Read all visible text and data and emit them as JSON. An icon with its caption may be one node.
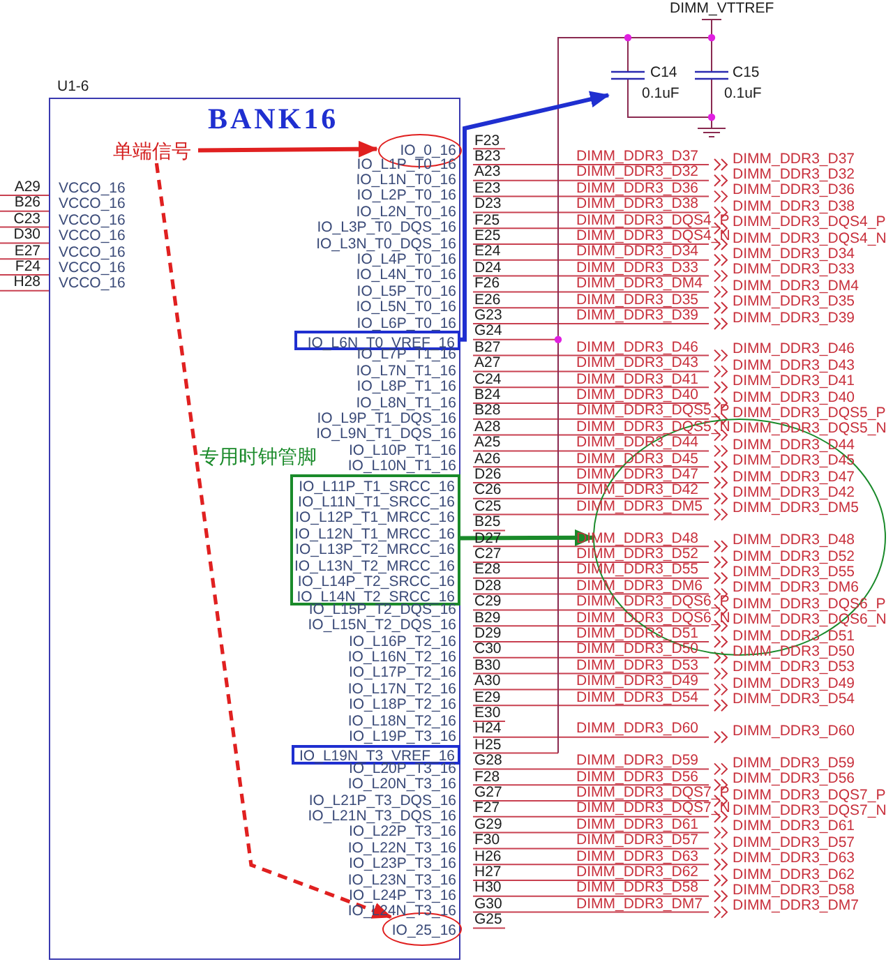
{
  "diagram": {
    "nodes": [
      {
        "text": [
          "U1-6",
          "BANK16"
        ]
      },
      {
        "text": [
          "单端信号"
        ],
        "in": 0
      },
      {
        "text": [
          "IO_0_16"
        ],
        "in": 0
      },
      {
        "text": [
          "IO_L6N_T0_VREF_16"
        ],
        "in": 0
      },
      {
        "text": [
          "C14",
          "0.1uF"
        ]
      },
      {
        "text": [
          "IO_L19N_T3_VREF_16"
        ],
        "in": 0
      },
      {
        "text": [
          "专用时钟管脚"
        ],
        "in": 0
      },
      {
        "text": [
          "IO_L11P_T1_SRCC_16",
          "IO_L11N_T1_SRCC_16",
          "IO_L12P_T1_MRCC_16",
          "IO_L12N_T1_MRCC_16",
          "IO_L13P_T2_MRCC_16",
          "IO_L13N_T2_MRCC_16",
          "IO_L14P_T2_SRCC_16",
          "IO_L14N_T2_SRCC_16"
        ],
        "in": 0
      },
      {
        "text": [],
        "shape": "circle"
      },
      {
        "text": [
          "IO_25_16"
        ],
        "in": 0
      }
    ],
    "edges": [
      {
        "from": 1,
        "to": 2,
        "arrow": "to",
        "color": "#e02020"
      },
      {
        "from": 1,
        "to": 9,
        "arrow": "to",
        "style": "dashed",
        "color": "#e02020"
      },
      {
        "from": 3,
        "to": 4,
        "arrow": "to",
        "color": "#1f2fd0"
      },
      {
        "from": 7,
        "to": 8,
        "arrow": "to",
        "color": "#1a8a2a"
      }
    ],
    "labels": [
      "DIMM_VTTREF",
      "C15",
      "0.1uF",
      "A29",
      "VCCO_16",
      "B26",
      "VCCO_16",
      "C23",
      "VCCO_16",
      "D30",
      "VCCO_16",
      "E27",
      "VCCO_16",
      "F24",
      "VCCO_16",
      "H28",
      "VCCO_16",
      "F23",
      "IO_L1P_T0_16",
      "B23",
      "DIMM_DDR3_D37",
      "DIMM_DDR3_D37",
      "IO_L1N_T0_16",
      "A23",
      "DIMM_DDR3_D32",
      "DIMM_DDR3_D32",
      "IO_L2P_T0_16",
      "E23",
      "DIMM_DDR3_D36",
      "DIMM_DDR3_D36",
      "IO_L2N_T0_16",
      "D23",
      "DIMM_DDR3_D38",
      "DIMM_DDR3_D38",
      "IO_L3P_T0_DQS_16",
      "F25",
      "DIMM_DDR3_DQS4_P",
      "DIMM_DDR3_DQS4_P",
      "IO_L3N_T0_DQS_16",
      "E25",
      "DIMM_DDR3_DQS4_N",
      "DIMM_DDR3_DQS4_N",
      "IO_L4P_T0_16",
      "E24",
      "DIMM_DDR3_D34",
      "DIMM_DDR3_D34",
      "IO_L4N_T0_16",
      "D24",
      "DIMM_DDR3_D33",
      "DIMM_DDR3_D33",
      "IO_L5P_T0_16",
      "F26",
      "DIMM_DDR3_DM4",
      "DIMM_DDR3_DM4",
      "IO_L5N_T0_16",
      "E26",
      "DIMM_DDR3_D35",
      "DIMM_DDR3_D35",
      "IO_L6P_T0_16",
      "G23",
      "DIMM_DDR3_D39",
      "DIMM_DDR3_D39",
      "G24",
      "IO_L7P_T1_16",
      "B27",
      "DIMM_DDR3_D46",
      "DIMM_DDR3_D46",
      "IO_L7N_T1_16",
      "A27",
      "DIMM_DDR3_D43",
      "DIMM_DDR3_D43",
      "IO_L8P_T1_16",
      "C24",
      "DIMM_DDR3_D41",
      "DIMM_DDR3_D41",
      "IO_L8N_T1_16",
      "B24",
      "DIMM_DDR3_D40",
      "DIMM_DDR3_D40",
      "IO_L9P_T1_DQS_16",
      "B28",
      "DIMM_DDR3_DQS5_P",
      "DIMM_DDR3_DQS5_P",
      "IO_L9N_T1_DQS_16",
      "A28",
      "DIMM_DDR3_DQS5_N",
      "DIMM_DDR3_DQS5_N",
      "IO_L10P_T1_16",
      "A25",
      "DIMM_DDR3_D44",
      "DIMM_DDR3_D44",
      "IO_L10N_T1_16",
      "A26",
      "DIMM_DDR3_D45",
      "DIMM_DDR3_D45",
      "D26",
      "DIMM_DDR3_D47",
      "DIMM_DDR3_D47",
      "C26",
      "DIMM_DDR3_D42",
      "DIMM_DDR3_D42",
      "C25",
      "DIMM_DDR3_DM5",
      "DIMM_DDR3_DM5",
      "B25",
      "D27",
      "DIMM_DDR3_D48",
      "DIMM_DDR3_D48",
      "C27",
      "DIMM_DDR3_D52",
      "DIMM_DDR3_D52",
      "E28",
      "DIMM_DDR3_D55",
      "DIMM_DDR3_D55",
      "D28",
      "DIMM_DDR3_DM6",
      "DIMM_DDR3_DM6",
      "IO_L15P_T2_DQS_16",
      "C29",
      "DIMM_DDR3_DQS6_P",
      "DIMM_DDR3_DQS6_P",
      "IO_L15N_T2_DQS_16",
      "B29",
      "DIMM_DDR3_DQS6_N",
      "DIMM_DDR3_DQS6_N",
      "IO_L16P_T2_16",
      "D29",
      "DIMM_DDR3_D51",
      "DIMM_DDR3_D51",
      "IO_L16N_T2_16",
      "C30",
      "DIMM_DDR3_D50",
      "DIMM_DDR3_D50",
      "IO_L17P_T2_16",
      "B30",
      "DIMM_DDR3_D53",
      "DIMM_DDR3_D53",
      "IO_L17N_T2_16",
      "A30",
      "DIMM_DDR3_D49",
      "DIMM_DDR3_D49",
      "IO_L18P_T2_16",
      "E29",
      "DIMM_DDR3_D54",
      "DIMM_DDR3_D54",
      "IO_L18N_T2_16",
      "E30",
      "IO_L19P_T3_16",
      "H24",
      "DIMM_DDR3_D60",
      "DIMM_DDR3_D60",
      "H25",
      "IO_L20P_T3_16",
      "G28",
      "DIMM_DDR3_D59",
      "DIMM_DDR3_D59",
      "IO_L20N_T3_16",
      "F28",
      "DIMM_DDR3_D56",
      "DIMM_DDR3_D56",
      "IO_L21P_T3_DQS_16",
      "G27",
      "DIMM_DDR3_DQS7_P",
      "DIMM_DDR3_DQS7_P",
      "IO_L21N_T3_DQS_16",
      "F27",
      "DIMM_DDR3_DQS7_N",
      "DIMM_DDR3_DQS7_N",
      "IO_L22P_T3_16",
      "G29",
      "DIMM_DDR3_D61",
      "DIMM_DDR3_D61",
      "IO_L22N_T3_16",
      "F30",
      "DIMM_DDR3_D57",
      "DIMM_DDR3_D57",
      "IO_L23P_T3_16",
      "H26",
      "DIMM_DDR3_D63",
      "DIMM_DDR3_D63",
      "IO_L23N_T3_16",
      "H27",
      "DIMM_DDR3_D62",
      "DIMM_DDR3_D62",
      "IO_L24P_T3_16",
      "H30",
      "DIMM_DDR3_D58",
      "DIMM_DDR3_D58",
      "IO_L24N_T3_16",
      "G30",
      "DIMM_DDR3_DM7",
      "DIMM_DDR3_DM7",
      "G25"
    ]
  }
}
